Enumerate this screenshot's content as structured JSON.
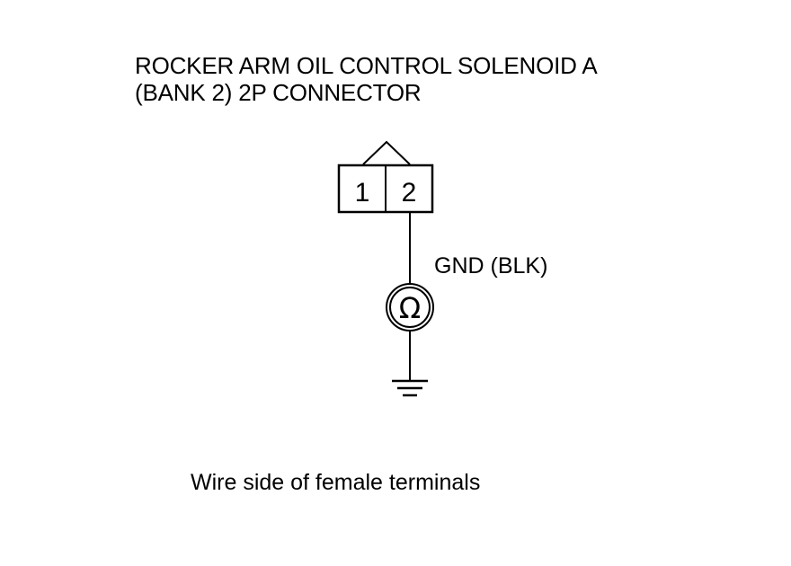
{
  "title": {
    "line1": "ROCKER ARM OIL CONTROL SOLENOID A",
    "line2": "(BANK 2) 2P CONNECTOR"
  },
  "connector": {
    "terminal_1": "1",
    "terminal_2": "2"
  },
  "wire": {
    "label": "GND (BLK)"
  },
  "meter": {
    "symbol": "Ω",
    "icon": "ohmmeter-icon"
  },
  "ground": {
    "icon": "ground-icon"
  },
  "caption": "Wire side of female terminals",
  "colors": {
    "line": "#000000",
    "background": "#ffffff"
  }
}
